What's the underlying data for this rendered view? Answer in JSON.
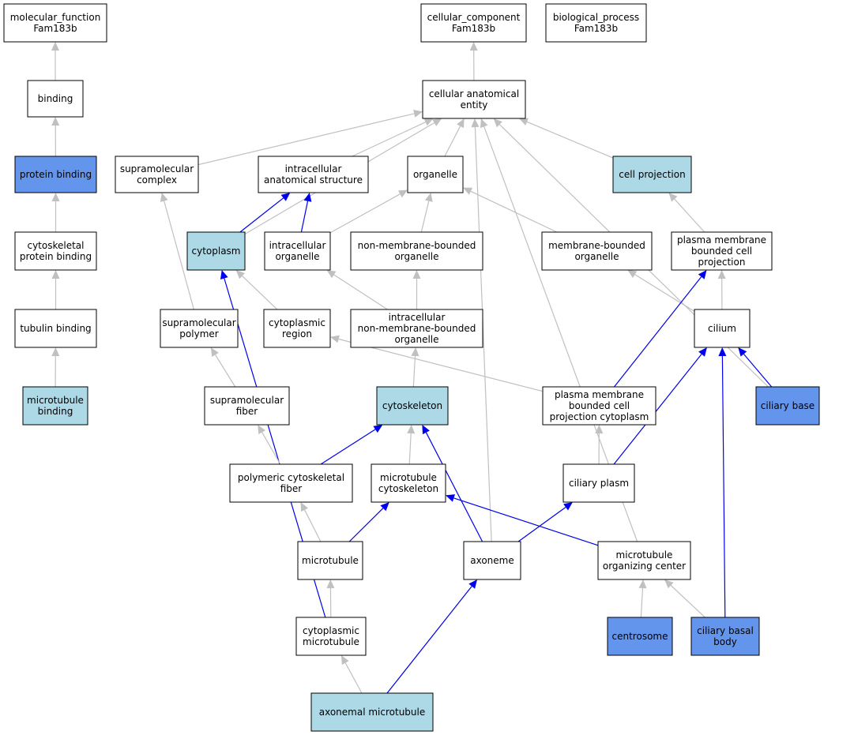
{
  "colors": {
    "white": "#ffffff",
    "light": "#add8e6",
    "dark": "#6495ed",
    "grey_edge": "#c0c0c0",
    "blue_edge": "#0000ee"
  },
  "nodes": {
    "mf": {
      "lines": [
        "molecular_function",
        "Fam183b"
      ],
      "fill": "white"
    },
    "cc": {
      "lines": [
        "cellular_component",
        "Fam183b"
      ],
      "fill": "white"
    },
    "bp": {
      "lines": [
        "biological_process",
        "Fam183b"
      ],
      "fill": "white"
    },
    "binding": {
      "lines": [
        "binding"
      ],
      "fill": "white"
    },
    "cae": {
      "lines": [
        "cellular anatomical",
        "entity"
      ],
      "fill": "white"
    },
    "pb": {
      "lines": [
        "protein binding"
      ],
      "fill": "dark"
    },
    "smc": {
      "lines": [
        "supramolecular",
        "complex"
      ],
      "fill": "white"
    },
    "ias": {
      "lines": [
        "intracellular",
        "anatomical structure"
      ],
      "fill": "white"
    },
    "org": {
      "lines": [
        "organelle"
      ],
      "fill": "white"
    },
    "cp": {
      "lines": [
        "cell projection"
      ],
      "fill": "light"
    },
    "cpb": {
      "lines": [
        "cytoskeletal",
        "protein binding"
      ],
      "fill": "white"
    },
    "cyto": {
      "lines": [
        "cytoplasm"
      ],
      "fill": "light"
    },
    "io": {
      "lines": [
        "intracellular",
        "organelle"
      ],
      "fill": "white"
    },
    "nmbo": {
      "lines": [
        "non-membrane-bounded",
        "organelle"
      ],
      "fill": "white"
    },
    "mbo": {
      "lines": [
        "membrane-bounded",
        "organelle"
      ],
      "fill": "white"
    },
    "pmbcp": {
      "lines": [
        "plasma membrane",
        "bounded cell",
        "projection"
      ],
      "fill": "white"
    },
    "tb": {
      "lines": [
        "tubulin binding"
      ],
      "fill": "white"
    },
    "smp": {
      "lines": [
        "supramolecular",
        "polymer"
      ],
      "fill": "white"
    },
    "cr": {
      "lines": [
        "cytoplasmic",
        "region"
      ],
      "fill": "white"
    },
    "inmbo": {
      "lines": [
        "intracellular",
        "non-membrane-bounded",
        "organelle"
      ],
      "fill": "white"
    },
    "cilium": {
      "lines": [
        "cilium"
      ],
      "fill": "white"
    },
    "mtb": {
      "lines": [
        "microtubule",
        "binding"
      ],
      "fill": "light"
    },
    "smf": {
      "lines": [
        "supramolecular",
        "fiber"
      ],
      "fill": "white"
    },
    "csk": {
      "lines": [
        "cytoskeleton"
      ],
      "fill": "light"
    },
    "pmbcpc": {
      "lines": [
        "plasma membrane",
        "bounded cell",
        "projection cytoplasm"
      ],
      "fill": "white"
    },
    "cb": {
      "lines": [
        "ciliary base"
      ],
      "fill": "dark"
    },
    "pcf": {
      "lines": [
        "polymeric cytoskeletal",
        "fiber"
      ],
      "fill": "white"
    },
    "mtc": {
      "lines": [
        "microtubule",
        "cytoskeleton"
      ],
      "fill": "white"
    },
    "cpl": {
      "lines": [
        "ciliary plasm"
      ],
      "fill": "white"
    },
    "mt": {
      "lines": [
        "microtubule"
      ],
      "fill": "white"
    },
    "axo": {
      "lines": [
        "axoneme"
      ],
      "fill": "white"
    },
    "mtoc": {
      "lines": [
        "microtubule",
        "organizing center"
      ],
      "fill": "white"
    },
    "cmt": {
      "lines": [
        "cytoplasmic",
        "microtubule"
      ],
      "fill": "white"
    },
    "cs": {
      "lines": [
        "centrosome"
      ],
      "fill": "dark"
    },
    "cbb": {
      "lines": [
        "ciliary basal",
        "body"
      ],
      "fill": "dark"
    },
    "amt": {
      "lines": [
        "axonemal microtubule"
      ],
      "fill": "light"
    }
  },
  "edges": [
    {
      "from": "binding",
      "to": "mf",
      "kind": "grey"
    },
    {
      "from": "cae",
      "to": "cc",
      "kind": "grey"
    },
    {
      "from": "pb",
      "to": "binding",
      "kind": "grey"
    },
    {
      "from": "cpb",
      "to": "pb",
      "kind": "grey"
    },
    {
      "from": "tb",
      "to": "cpb",
      "kind": "grey"
    },
    {
      "from": "mtb",
      "to": "tb",
      "kind": "grey"
    },
    {
      "from": "smc",
      "to": "cae",
      "kind": "grey"
    },
    {
      "from": "ias",
      "to": "cae",
      "kind": "grey"
    },
    {
      "from": "org",
      "to": "cae",
      "kind": "grey"
    },
    {
      "from": "cp",
      "to": "cae",
      "kind": "grey"
    },
    {
      "from": "cyto",
      "to": "cae",
      "kind": "grey"
    },
    {
      "from": "axo",
      "to": "cae",
      "kind": "grey"
    },
    {
      "from": "cb",
      "to": "cae",
      "kind": "grey"
    },
    {
      "from": "mtoc",
      "to": "cae",
      "kind": "grey"
    },
    {
      "from": "cyto",
      "to": "ias",
      "kind": "blue"
    },
    {
      "from": "io",
      "to": "ias",
      "kind": "blue"
    },
    {
      "from": "io",
      "to": "org",
      "kind": "grey"
    },
    {
      "from": "nmbo",
      "to": "org",
      "kind": "grey"
    },
    {
      "from": "mbo",
      "to": "org",
      "kind": "grey"
    },
    {
      "from": "pmbcp",
      "to": "cp",
      "kind": "grey"
    },
    {
      "from": "smp",
      "to": "smc",
      "kind": "grey"
    },
    {
      "from": "cr",
      "to": "cyto",
      "kind": "grey"
    },
    {
      "from": "cmt",
      "to": "cyto",
      "kind": "blue"
    },
    {
      "from": "inmbo",
      "to": "io",
      "kind": "grey"
    },
    {
      "from": "inmbo",
      "to": "nmbo",
      "kind": "grey"
    },
    {
      "from": "cilium",
      "to": "mbo",
      "kind": "grey"
    },
    {
      "from": "cilium",
      "to": "pmbcp",
      "kind": "grey"
    },
    {
      "from": "pmbcpc",
      "to": "pmbcp",
      "kind": "blue"
    },
    {
      "from": "smf",
      "to": "smp",
      "kind": "grey"
    },
    {
      "from": "pmbcpc",
      "to": "cr",
      "kind": "grey"
    },
    {
      "from": "csk",
      "to": "inmbo",
      "kind": "grey"
    },
    {
      "from": "cpl",
      "to": "cilium",
      "kind": "blue"
    },
    {
      "from": "cbb",
      "to": "cilium",
      "kind": "blue"
    },
    {
      "from": "cb",
      "to": "cilium",
      "kind": "blue"
    },
    {
      "from": "pcf",
      "to": "smf",
      "kind": "grey"
    },
    {
      "from": "pcf",
      "to": "csk",
      "kind": "blue"
    },
    {
      "from": "mtc",
      "to": "csk",
      "kind": "grey"
    },
    {
      "from": "axo",
      "to": "csk",
      "kind": "blue"
    },
    {
      "from": "cpl",
      "to": "pmbcpc",
      "kind": "grey"
    },
    {
      "from": "mt",
      "to": "pcf",
      "kind": "grey"
    },
    {
      "from": "mt",
      "to": "mtc",
      "kind": "blue"
    },
    {
      "from": "mtoc",
      "to": "mtc",
      "kind": "blue"
    },
    {
      "from": "axo",
      "to": "cpl",
      "kind": "blue"
    },
    {
      "from": "cmt",
      "to": "mt",
      "kind": "grey"
    },
    {
      "from": "amt",
      "to": "axo",
      "kind": "blue"
    },
    {
      "from": "cs",
      "to": "mtoc",
      "kind": "grey"
    },
    {
      "from": "cbb",
      "to": "mtoc",
      "kind": "grey"
    },
    {
      "from": "amt",
      "to": "cmt",
      "kind": "grey"
    }
  ]
}
